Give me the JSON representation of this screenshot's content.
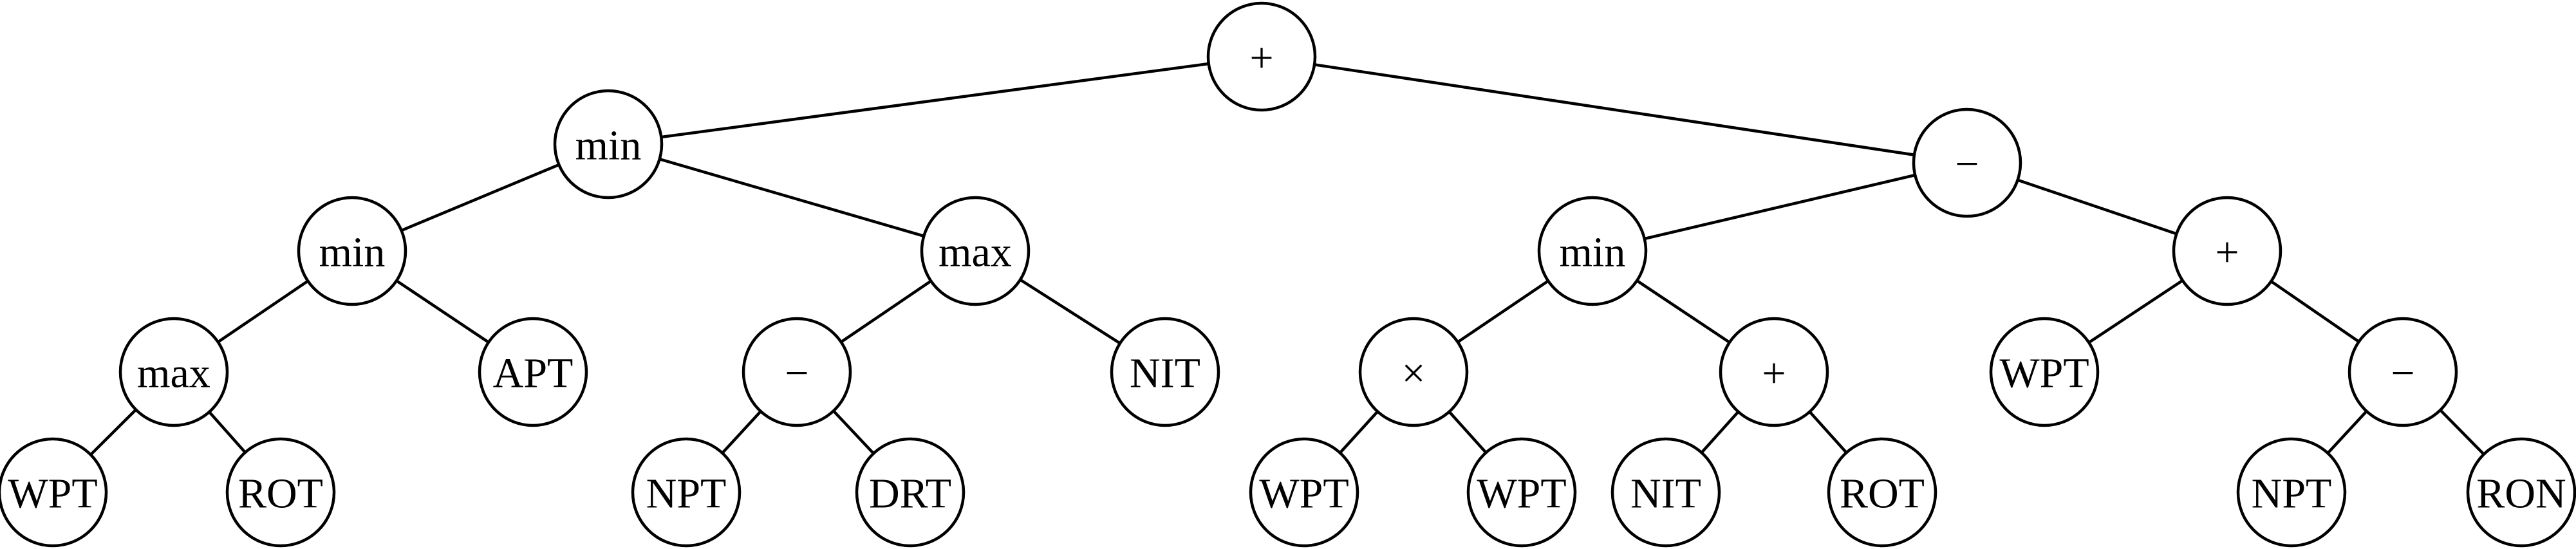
{
  "diagram": {
    "type": "expression-tree",
    "colors": {
      "line": "#000000",
      "node_fill": "#ffffff",
      "text": "#000000"
    },
    "nodes": [
      {
        "id": "n1",
        "label": "+"
      },
      {
        "id": "n2",
        "label": "min"
      },
      {
        "id": "n3",
        "label": "−"
      },
      {
        "id": "n4",
        "label": "min"
      },
      {
        "id": "n5",
        "label": "max"
      },
      {
        "id": "n6",
        "label": "min"
      },
      {
        "id": "n7",
        "label": "+"
      },
      {
        "id": "n8",
        "label": "max"
      },
      {
        "id": "n9",
        "label": "APT"
      },
      {
        "id": "n10",
        "label": "−"
      },
      {
        "id": "n11",
        "label": "NIT"
      },
      {
        "id": "n12",
        "label": "×"
      },
      {
        "id": "n13",
        "label": "+"
      },
      {
        "id": "n14",
        "label": "WPT"
      },
      {
        "id": "n15",
        "label": "−"
      },
      {
        "id": "n16",
        "label": "WPT"
      },
      {
        "id": "n17",
        "label": "ROT"
      },
      {
        "id": "n18",
        "label": "NPT"
      },
      {
        "id": "n19",
        "label": "DRT"
      },
      {
        "id": "n20",
        "label": "WPT"
      },
      {
        "id": "n21",
        "label": "WPT"
      },
      {
        "id": "n22",
        "label": "NIT"
      },
      {
        "id": "n23",
        "label": "ROT"
      },
      {
        "id": "n24",
        "label": "NPT"
      },
      {
        "id": "n25",
        "label": "RON"
      }
    ],
    "edges": [
      {
        "from": "n1",
        "to": "n2"
      },
      {
        "from": "n1",
        "to": "n3"
      },
      {
        "from": "n2",
        "to": "n4"
      },
      {
        "from": "n2",
        "to": "n5"
      },
      {
        "from": "n3",
        "to": "n6"
      },
      {
        "from": "n3",
        "to": "n7"
      },
      {
        "from": "n4",
        "to": "n8"
      },
      {
        "from": "n4",
        "to": "n9"
      },
      {
        "from": "n5",
        "to": "n10"
      },
      {
        "from": "n5",
        "to": "n11"
      },
      {
        "from": "n6",
        "to": "n12"
      },
      {
        "from": "n6",
        "to": "n13"
      },
      {
        "from": "n7",
        "to": "n14"
      },
      {
        "from": "n7",
        "to": "n15"
      },
      {
        "from": "n8",
        "to": "n16"
      },
      {
        "from": "n8",
        "to": "n17"
      },
      {
        "from": "n10",
        "to": "n18"
      },
      {
        "from": "n10",
        "to": "n19"
      },
      {
        "from": "n12",
        "to": "n20"
      },
      {
        "from": "n12",
        "to": "n21"
      },
      {
        "from": "n13",
        "to": "n22"
      },
      {
        "from": "n13",
        "to": "n23"
      },
      {
        "from": "n15",
        "to": "n24"
      },
      {
        "from": "n15",
        "to": "n25"
      }
    ]
  }
}
